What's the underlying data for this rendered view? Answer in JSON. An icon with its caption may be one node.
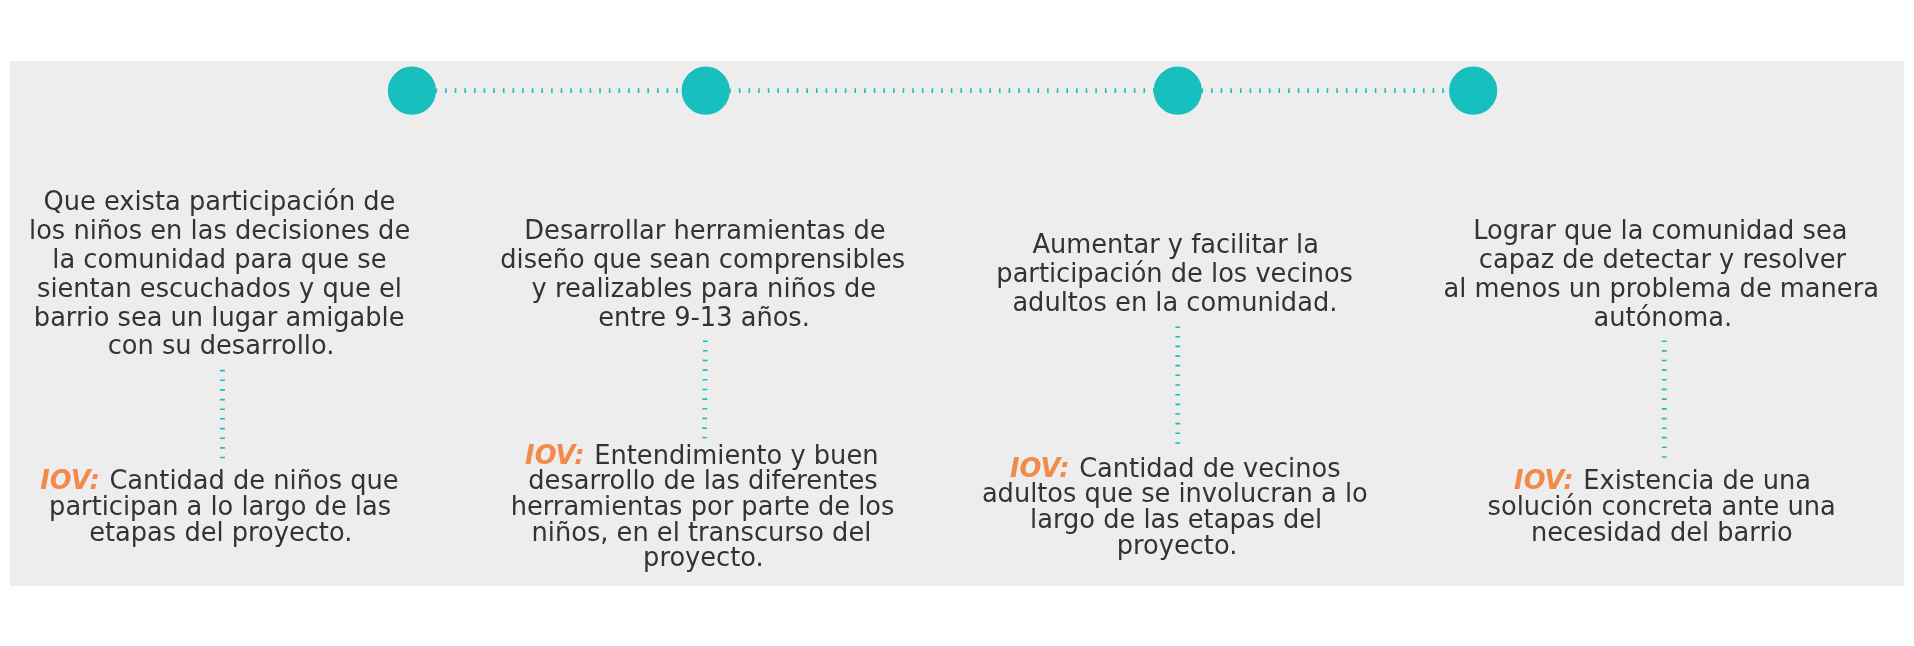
{
  "diagram": {
    "nodes": [
      {
        "text": [],
        "shape": "circle"
      },
      {
        "text": [],
        "shape": "circle"
      },
      {
        "text": [],
        "shape": "circle"
      },
      {
        "text": [],
        "shape": "circle"
      },
      {
        "text": [
          "Que exista participación de los niños en las decisiones de la comunidad para que se sientan escuchados y que el barrio sea un lugar amigable con su desarrollo."
        ]
      },
      {
        "text": [
          "Desarrollar herramientas de diseño que sean comprensibles y realizables para niños de entre 9-13 años."
        ]
      },
      {
        "text": [
          "Aumentar y facilitar la participación de los vecinos adultos en la comunidad."
        ]
      },
      {
        "text": [
          "Lograr que la comunidad sea capaz de detectar y resolver al menos un problema de manera autónoma."
        ]
      },
      {
        "text": [
          "**IOV:** Cantidad de niños que participan a lo largo de las etapas del proyecto."
        ]
      },
      {
        "text": [
          "**IOV:** Entendimiento y buen desarrollo de las diferentes herramientas por parte de los niños, en el transcurso del proyecto."
        ]
      },
      {
        "text": [
          "**IOV:** Cantidad de vecinos adultos que se involucran a lo largo de las etapas del proyecto."
        ]
      },
      {
        "text": [
          "**IOV:** Existencia de una solución concreta ante una necesidad del barrio"
        ]
      }
    ],
    "edges": [
      {
        "from": 0,
        "to": 1,
        "arrow": "none",
        "style": "dashed"
      },
      {
        "from": 1,
        "to": 2,
        "arrow": "none",
        "style": "dashed"
      },
      {
        "from": 2,
        "to": 3,
        "arrow": "none",
        "style": "dashed"
      },
      {
        "from": 4,
        "to": 8,
        "arrow": "none",
        "style": "dashed"
      },
      {
        "from": 5,
        "to": 9,
        "arrow": "none",
        "style": "dashed"
      },
      {
        "from": 6,
        "to": 10,
        "arrow": "none",
        "style": "dashed"
      },
      {
        "from": 7,
        "to": 11,
        "arrow": "none",
        "style": "dashed"
      }
    ]
  }
}
